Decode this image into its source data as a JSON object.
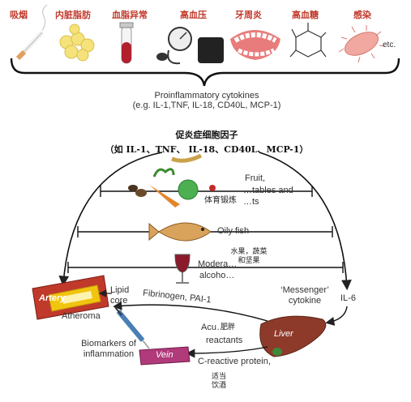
{
  "risk_factors": [
    {
      "label": "吸烟",
      "icon": "cigarette-icon"
    },
    {
      "label": "内脏脂肪",
      "icon": "fat-cells-icon"
    },
    {
      "label": "血脂异常",
      "icon": "blood-tube-icon"
    },
    {
      "label": "高血压",
      "icon": "blood-pressure-cuff-icon"
    },
    {
      "label": "牙周炎",
      "icon": "gums-icon"
    },
    {
      "label": "高血糖",
      "icon": "glucose-molecule-icon"
    },
    {
      "label": "感染",
      "icon": "bacterium-icon"
    }
  ],
  "etc_label": "etc.",
  "cytokines": {
    "line1": "Proinflammatory cytokines",
    "line2": "(e.g. IL-1,TNF, IL-18, CD40L, MCP-1)",
    "cn_line1": "促炎症细胞因子",
    "cn_line2": "（如 IL-1、TNF、 IL-18、CD40L、MCP-1）"
  },
  "foods": {
    "fruit_line1": "Fruit,",
    "fruit_line2": "…tables and",
    "fruit_line3": "…ts",
    "exercise_cn": "体育锻炼",
    "oily_fish": "Oily fish",
    "fruit_veg_nuts_cn_1": "水果，蔬菜",
    "fruit_veg_nuts_cn_2": "和坚果",
    "moderate_line1": "Modera…",
    "moderate_line2": "alcoho…"
  },
  "pathway": {
    "artery": "Artery",
    "atheroma": "Atheroma",
    "lipid_core_1": "Lipid",
    "lipid_core_2": "core",
    "fibrinogen": "Fibrinogen, PAI-1",
    "messenger_1": "‘Messenger’",
    "messenger_2": "cytokine",
    "il6": "IL-6",
    "liver": "Liver",
    "obesity_cn": "肥胖",
    "acute_1": "Acu…",
    "acute_2": "reactants",
    "biomarkers_1": "Biomarkers of",
    "biomarkers_2": "inflammation",
    "vein": "Vein",
    "crp": "C-reactive protein,",
    "moderate_drink_cn_1": "适当",
    "moderate_drink_cn_2": "饮酒"
  },
  "colors": {
    "red_text": "#c0392b",
    "artery": "#c0392b",
    "liver": "#8e3a2a",
    "vein": "#b03a7a"
  }
}
